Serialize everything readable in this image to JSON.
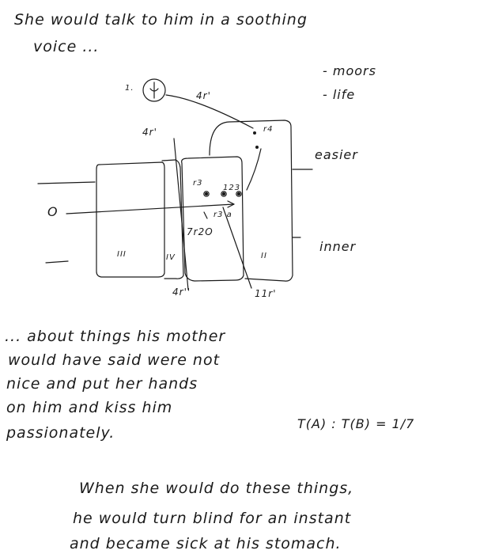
{
  "top_text": {
    "line1": "She would talk to him in a soothing",
    "line2": "voice ..."
  },
  "notes_right": {
    "item1": "- moors",
    "item2": "- life"
  },
  "diagram": {
    "label_one": "1.",
    "label_4r_top": "4r'",
    "label_4r_left": "4r'",
    "label_r4": "r4",
    "label_easier": "easier",
    "label_o": "O",
    "label_r3": "r3",
    "label_123": "123",
    "label_sub": "r3 a",
    "label_7r2o": "7r2O",
    "label_iii": "III",
    "label_iv": "IV",
    "label_ii": "II",
    "label_inner": "inner",
    "label_4r_bottom_left": "4r''",
    "label_4r_bottom_right": "11r'"
  },
  "middle_text": {
    "line1": "... about things his mother",
    "line2": "would have said were not",
    "line3": "nice and put her hands",
    "line4": "on him and kiss him",
    "line5": "passionately."
  },
  "formula": "T(A) : T(B) = 1/7",
  "bottom_text": {
    "line1": "When she would do these things,",
    "line2": "he would turn blind for an instant",
    "line3": "and became sick at his stomach."
  }
}
